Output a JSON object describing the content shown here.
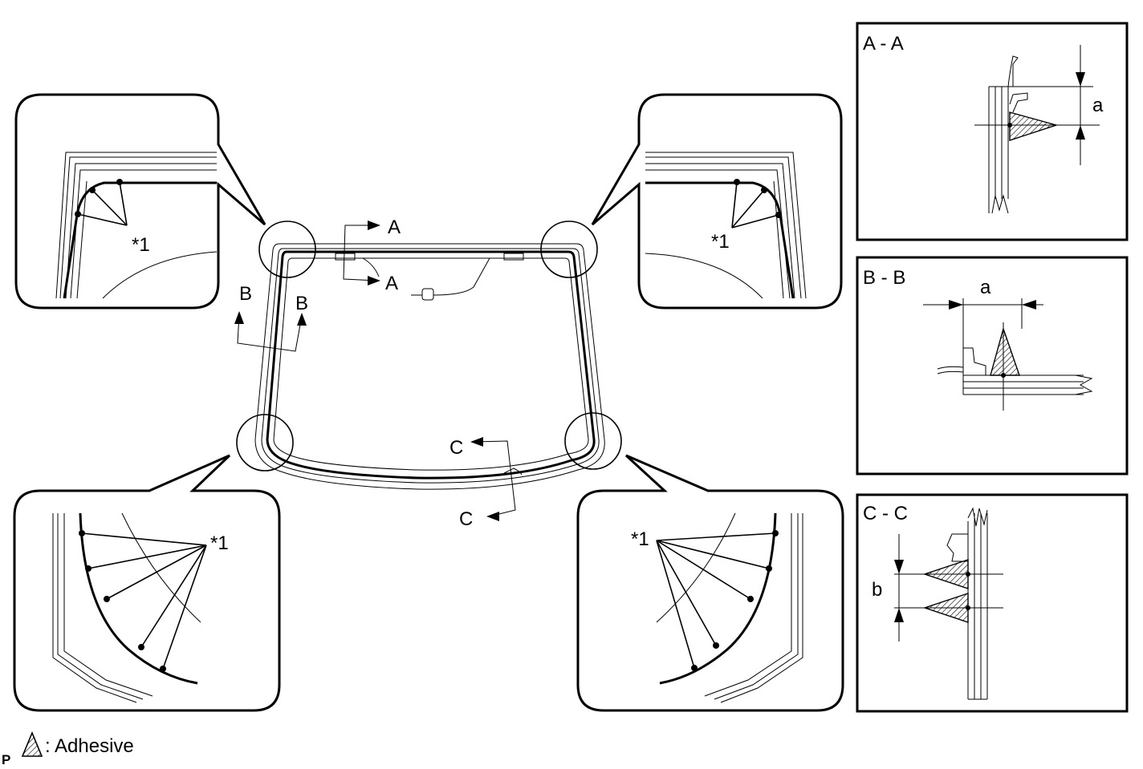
{
  "sections": {
    "aa": {
      "title": "A - A",
      "dim": "a"
    },
    "bb": {
      "title": "B - B",
      "dim": "a"
    },
    "cc": {
      "title": "C - C",
      "dim": "b"
    }
  },
  "main": {
    "section_a_top": "A",
    "section_a_bottom": "A",
    "section_b_left": "B",
    "section_b_right": "B",
    "section_c_top": "C",
    "section_c_bottom": "C"
  },
  "details": {
    "top_left_marker": "*1",
    "top_right_marker": "*1",
    "bottom_left_marker": "*1",
    "bottom_right_marker": "*1"
  },
  "legend": {
    "prefix": "P",
    "text": ": Adhesive"
  }
}
